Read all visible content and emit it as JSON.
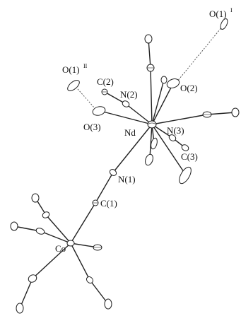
{
  "labels": {
    "o1_i": "O(1)",
    "o1_i_sup": "I",
    "o1_ii": "O(1)",
    "o1_ii_sup": "II",
    "c2": "C(2)",
    "n2": "N(2)",
    "o2": "O(2)",
    "o3": "O(3)",
    "nd": "Nd",
    "n3": "N(3)",
    "c3": "C(3)",
    "n1": "N(1)",
    "c1": "C(1)",
    "co": "Co"
  }
}
